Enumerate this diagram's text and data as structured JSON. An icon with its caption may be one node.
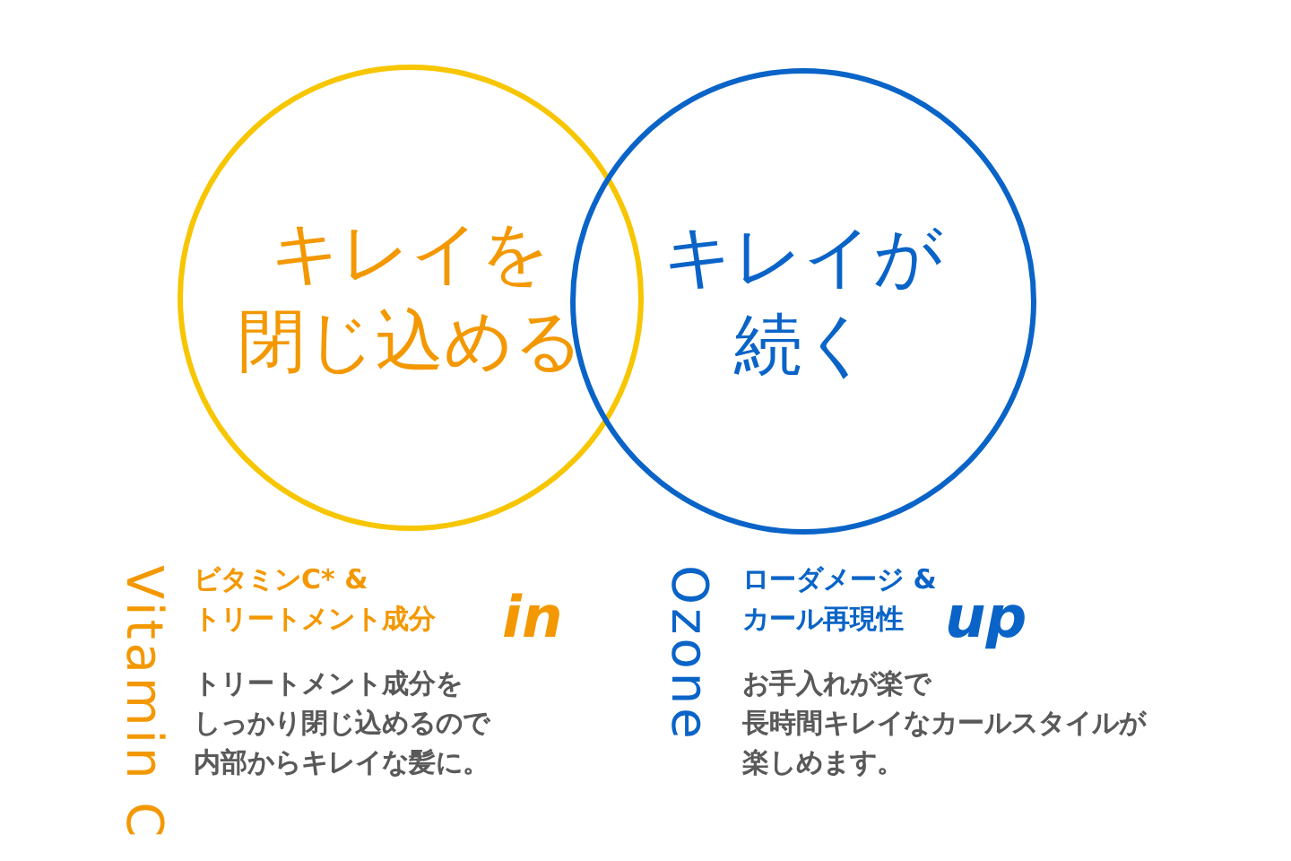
{
  "diagram": {
    "nodes": [
      {
        "text": [
          "キレイを",
          "閉じ込める"
        ]
      },
      {
        "text": [
          "キレイが",
          "続く"
        ]
      }
    ],
    "labels": [
      "Vitamin C",
      "ビタミンC* &",
      "トリートメント成分",
      "in",
      "トリートメント成分を",
      "しっかり閉じ込めるので",
      "内部からキレイな髪に。",
      "Ozone",
      "ローダメージ &",
      "カール再現性",
      "up",
      "お手入れが楽で",
      "長時間キレイなカールスタイルが",
      "楽しめます。"
    ]
  }
}
